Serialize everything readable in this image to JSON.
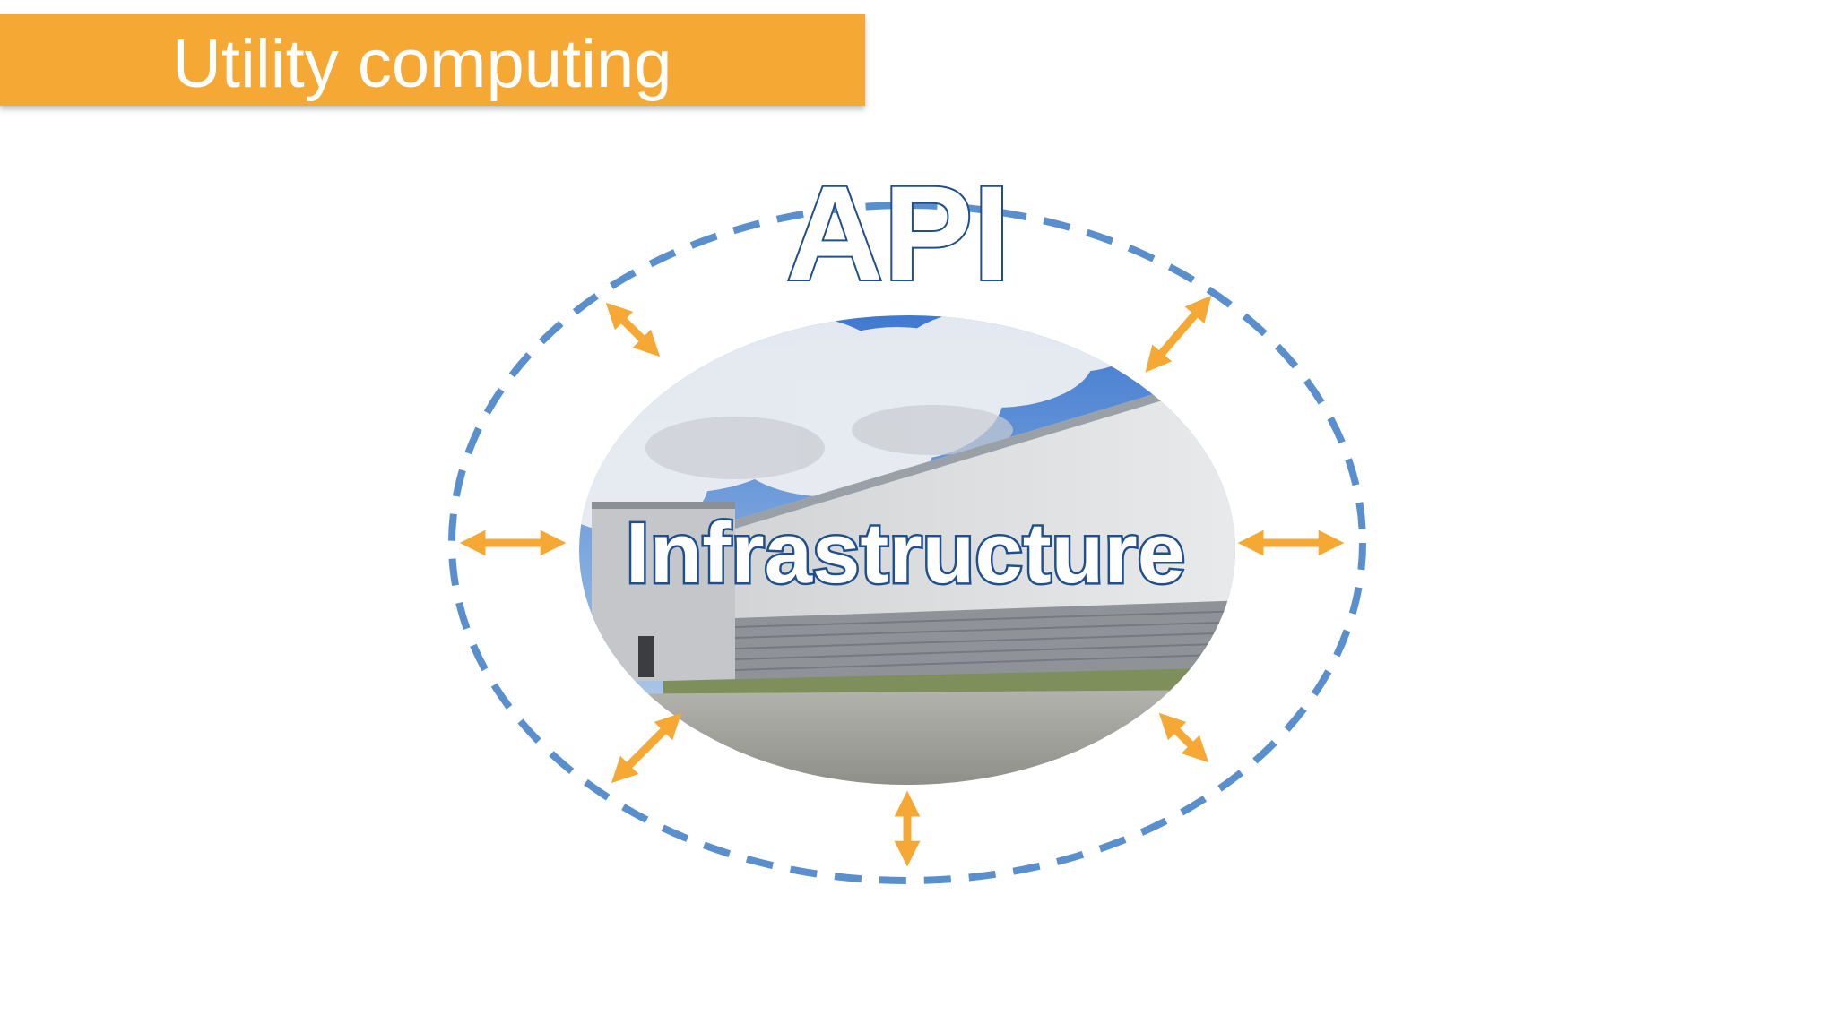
{
  "slide": {
    "title": "Utility computing"
  },
  "diagram": {
    "outer_label": "API",
    "inner_label": "Infrastructure",
    "colors": {
      "title_bar": "#f5a833",
      "dashed_ring": "#5a8fcd",
      "arrows": "#f5a833",
      "label_outline": "#1f4f8c",
      "label_fill": "#ffffff"
    },
    "photo_subject": "warehouse-building-under-cloudy-sky"
  }
}
